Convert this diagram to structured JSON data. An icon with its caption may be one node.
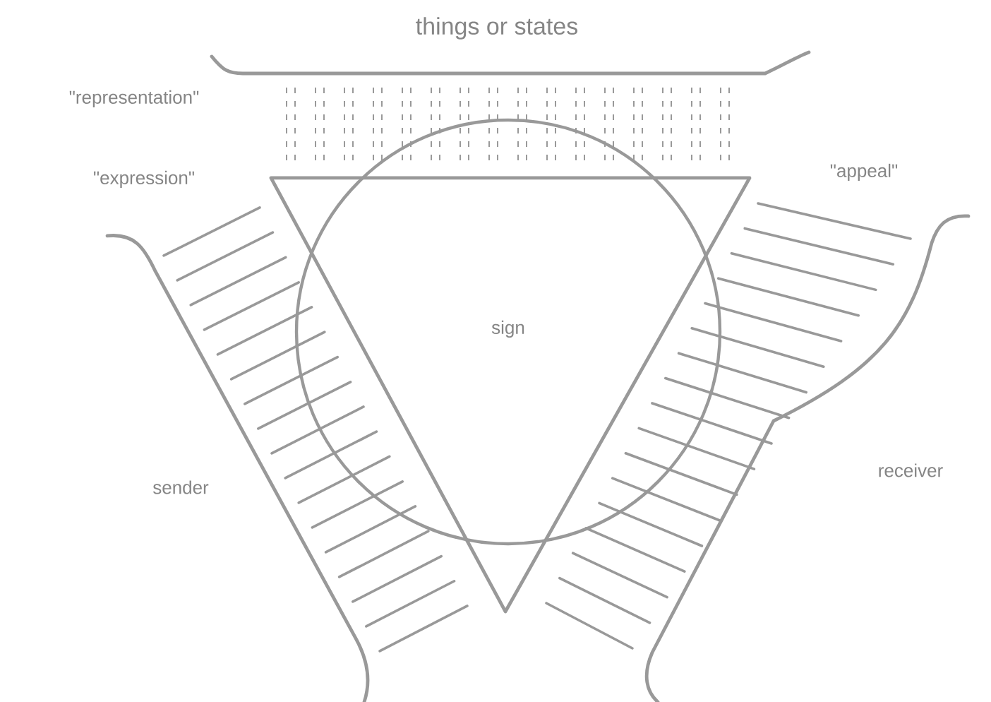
{
  "diagram": {
    "labels": [
      "things or states",
      "\"representation\"",
      "\"expression\"",
      "\"appeal\"",
      "sign",
      "sender",
      "receiver"
    ]
  }
}
